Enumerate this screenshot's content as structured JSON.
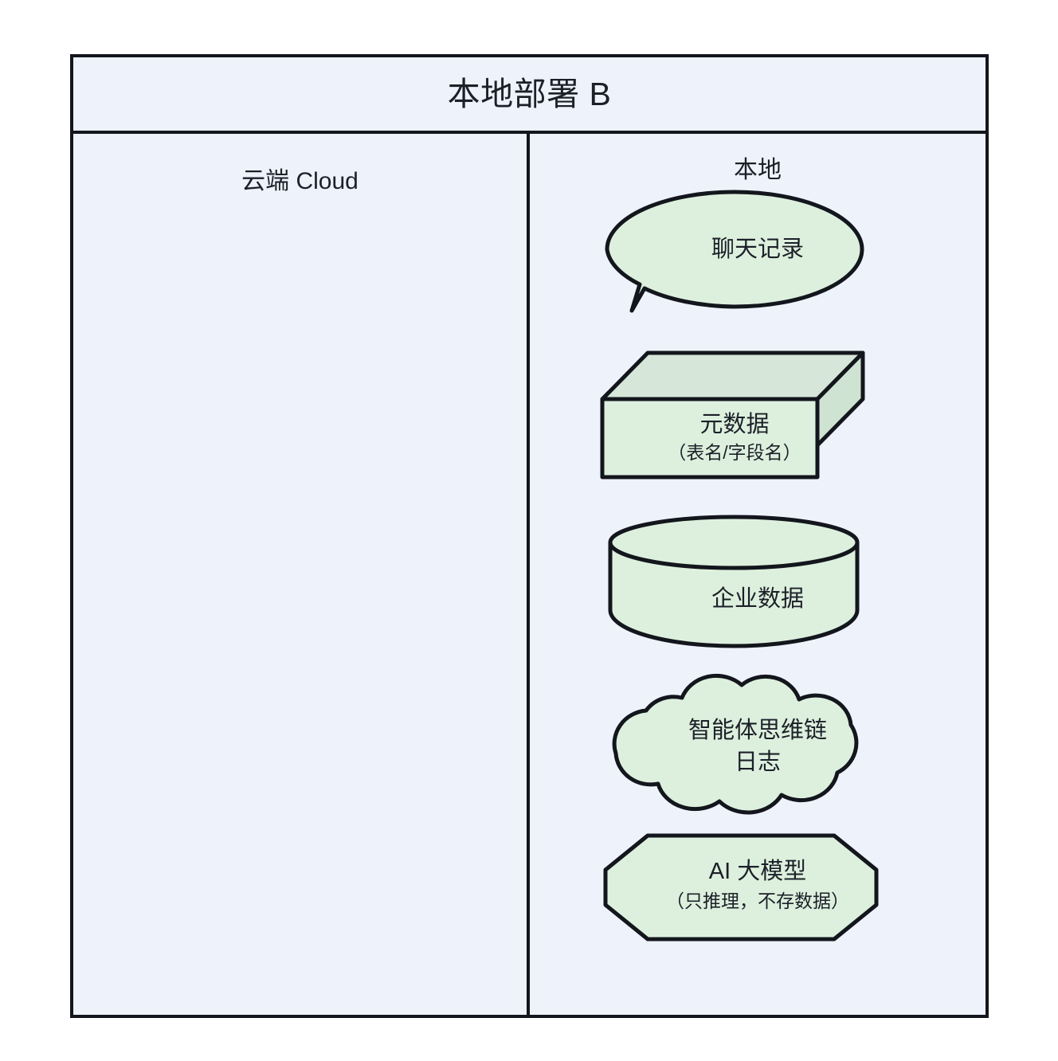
{
  "diagram": {
    "title": "本地部署 B",
    "colors": {
      "lane_background": "#eef2fb",
      "shape_fill": "#ddf0de",
      "shape_fill_top": "#d6e6d8",
      "stroke": "#13161c",
      "text": "#1c2028"
    },
    "lanes": [
      {
        "id": "cloud",
        "label": "云端 Cloud",
        "nodes": []
      },
      {
        "id": "local",
        "label": "本地",
        "nodes": [
          {
            "id": "chat-log",
            "shape": "speech-bubble",
            "label": "聊天记录",
            "sublabel": ""
          },
          {
            "id": "metadata",
            "shape": "cube-3d",
            "label": "元数据",
            "sublabel": "（表名/字段名）"
          },
          {
            "id": "enterprise-data",
            "shape": "cylinder",
            "label": "企业数据",
            "sublabel": ""
          },
          {
            "id": "agent-cot-log",
            "shape": "cloud",
            "label": "智能体思维链",
            "sublabel": "日志"
          },
          {
            "id": "ai-llm",
            "shape": "octagon",
            "label": "AI 大模型",
            "sublabel": "（只推理，不存数据）"
          }
        ]
      }
    ]
  }
}
